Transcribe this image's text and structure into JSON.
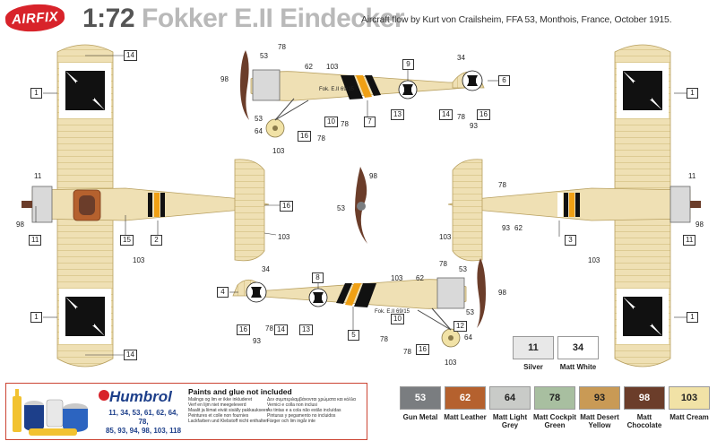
{
  "header": {
    "brand": "AIRFIX",
    "scale": "1:72",
    "model_name": "Fokker E.II Eindecker",
    "subtitle": "Aircraft flow by Kurt von Crailsheim, FFA 53, Monthois, France, October 1915."
  },
  "serial": "Fok. E.II 69/15",
  "callouts": {
    "c1": "1",
    "c2": "2",
    "c3": "3",
    "c4": "4",
    "c5": "5",
    "c6": "6",
    "c7": "7",
    "c8": "8",
    "c9": "9",
    "c10": "10",
    "c11": "11",
    "c12": "12",
    "c13": "13",
    "c14": "14",
    "c15": "15",
    "c16": "16"
  },
  "paint_refs": {
    "p11": "11",
    "p34": "34",
    "p53": "53",
    "p62": "62",
    "p64": "64",
    "p78": "78",
    "p93": "93",
    "p98": "98",
    "p103": "103"
  },
  "paints": [
    {
      "code": "11",
      "name": "Silver",
      "color": "#e8e8e8",
      "text_color": "#222"
    },
    {
      "code": "34",
      "name": "Matt White",
      "color": "#ffffff",
      "text_color": "#222"
    },
    {
      "code": "53",
      "name": "Gun Metal",
      "color": "#7a7d80",
      "text_color": "#ffffff"
    },
    {
      "code": "62",
      "name": "Matt Leather",
      "color": "#b5612e",
      "text_color": "#ffffff"
    },
    {
      "code": "64",
      "name": "Matt Light Grey",
      "color": "#c9cbc8",
      "text_color": "#222"
    },
    {
      "code": "78",
      "name": "Matt Cockpit Green",
      "color": "#a8bfa0",
      "text_color": "#222"
    },
    {
      "code": "93",
      "name": "Matt Desert Yellow",
      "color": "#c99a55",
      "text_color": "#222"
    },
    {
      "code": "98",
      "name": "Matt Chocolate",
      "color": "#6b3d2a",
      "text_color": "#ffffff"
    },
    {
      "code": "103",
      "name": "Matt Cream",
      "color": "#f1e2a6",
      "text_color": "#222"
    }
  ],
  "humbrol": {
    "logo": "Humbrol",
    "codes_line1": "11, 34, 53, 61, 62, 64, 78,",
    "codes_line2": "85, 93, 94, 98, 103, 118",
    "paints_title": "Paints and glue not included",
    "lines_left": "Malings og lim er ikke inkluderet\nVerf en lijm niet meegeleverd\nMaalit ja liimat eivät sisälly pakkaukseen\nPeintures et colle non fournies\nLackfarben und Klebstoff nicht enthalten",
    "lines_right": "Δεν συμπεριλαμβάνονται χρώματα και κόλλα\nVernici e colla non inclusi\nÀs tintas e a cola não estão incluídas\nPinturas y pegamento no incluidos\nFärger och lim ingår inte"
  },
  "colors": {
    "doped_linen": "#efe0b4",
    "fuselage_stripe": "#f0a014",
    "cross": "#111111",
    "accent": "#d8232a"
  }
}
